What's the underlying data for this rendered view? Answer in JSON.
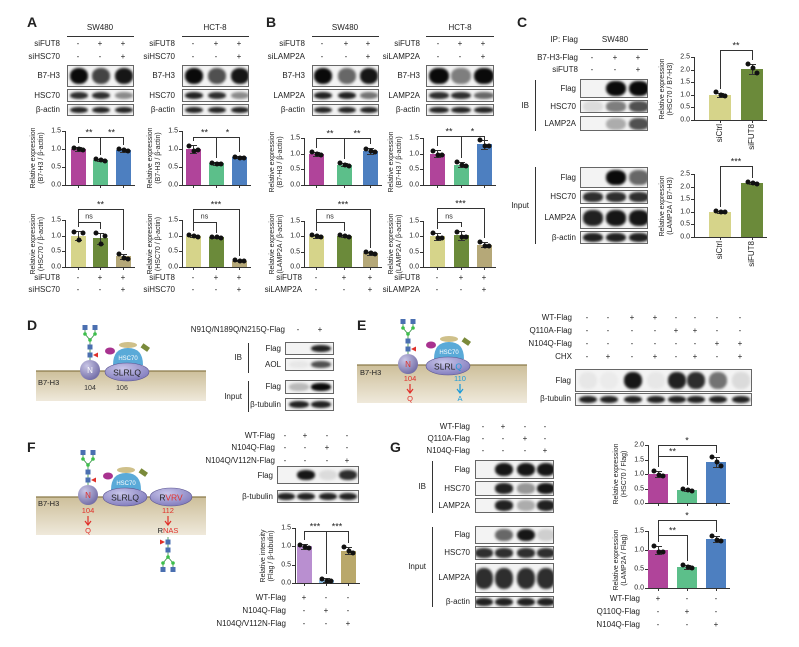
{
  "panel_labels": [
    "A",
    "B",
    "C",
    "D",
    "E",
    "F",
    "G"
  ],
  "A": {
    "cells": [
      "SW480",
      "HCT-8"
    ],
    "rows": [
      "siFUT8",
      "siHSC70"
    ],
    "signs": [
      [
        "-",
        "+",
        "+"
      ],
      [
        "-",
        "-",
        "+"
      ]
    ],
    "blots": [
      "B7-H3",
      "HSC70",
      "β-actin"
    ]
  },
  "B": {
    "cells": [
      "SW480",
      "HCT-8"
    ],
    "rows": [
      "siFUT8",
      "siLAMP2A"
    ],
    "signs": [
      [
        "-",
        "+",
        "+"
      ],
      [
        "-",
        "-",
        "+"
      ]
    ],
    "blots": [
      "B7-H3",
      "LAMP2A",
      "β-actin"
    ]
  },
  "C": {
    "ip": "IP: Flag",
    "cell": "SW480",
    "rows": [
      "B7-H3-Flag",
      "siFUT8"
    ],
    "signs": [
      [
        "-",
        "+",
        "+"
      ],
      [
        "-",
        "-",
        "+"
      ]
    ],
    "ib": "IB",
    "input": "Input",
    "ib_blots": [
      "Flag",
      "HSC70",
      "LAMP2A"
    ],
    "input_blots": [
      "Flag",
      "HSC70",
      "LAMP2A",
      "β-actin"
    ]
  },
  "D": {
    "diagram": {
      "protein": "B7-H3",
      "residue": "N",
      "pos1": "104",
      "pos2": "106",
      "motif": "SLRLQ",
      "chaperone": "HSC70"
    },
    "row": "N91Q/N189Q/N215Q-Flag",
    "signs": [
      "-",
      "+"
    ],
    "ib": "IB",
    "input": "Input",
    "ib_blots": [
      "Flag",
      "AOL"
    ],
    "input_blots": [
      "Flag",
      "β-tubulin"
    ]
  },
  "E": {
    "diagram": {
      "protein": "B7-H3",
      "residue": "N",
      "pos1": "104",
      "mut1": "Q",
      "pos2": "110",
      "mut2": "A",
      "motif_prefix": "SLRL",
      "motif_last": "Q",
      "chaperone": "HSC70"
    },
    "rows": [
      "WT-Flag",
      "Q110A-Flag",
      "N104Q-Flag",
      "CHX"
    ],
    "signs": [
      [
        "-",
        "-",
        "+",
        "+",
        "-",
        "-",
        "-",
        "-"
      ],
      [
        "-",
        "-",
        "-",
        "-",
        "+",
        "+",
        "-",
        "-"
      ],
      [
        "-",
        "-",
        "-",
        "-",
        "-",
        "-",
        "+",
        "+"
      ],
      [
        "-",
        "+",
        "-",
        "+",
        "-",
        "+",
        "-",
        "+"
      ]
    ],
    "blots": [
      "Flag",
      "β-tubulin"
    ]
  },
  "F": {
    "diagram": {
      "protein": "B7-H3",
      "residue": "N",
      "pos1": "104",
      "mut1": "Q",
      "motif": "SLRLQ",
      "chaperone": "HSC70",
      "motif2_first": "R",
      "motif2_rest": "VRV",
      "pos2": "112",
      "mut2_first": "R",
      "mut2_rest": "NAS"
    },
    "rows": [
      "WT-Flag",
      "N104Q-Flag",
      "N104Q/V112N-Flag"
    ],
    "signs": [
      [
        "-",
        "+",
        "-",
        "-"
      ],
      [
        "-",
        "-",
        "+",
        "-"
      ],
      [
        "-",
        "-",
        "-",
        "+"
      ]
    ],
    "blots": [
      "Flag",
      "β-tubulin"
    ]
  },
  "G": {
    "rows": [
      "WT-Flag",
      "Q110A-Flag",
      "N104Q-Flag"
    ],
    "signs": [
      [
        "-",
        "+",
        "-",
        "-"
      ],
      [
        "-",
        "-",
        "+",
        "-"
      ],
      [
        "-",
        "-",
        "-",
        "+"
      ]
    ],
    "ib": "IB",
    "input": "Input",
    "ib_blots": [
      "Flag",
      "HSC70",
      "LAMP2A"
    ],
    "input_blots": [
      "Flag",
      "HSC70",
      "LAMP2A",
      "β-actin"
    ]
  },
  "chart_data": [
    {
      "type": "bar",
      "panel": "A",
      "cell": "SW480",
      "categories": [
        "1",
        "2",
        "3"
      ],
      "values": [
        1.0,
        0.7,
        0.97
      ],
      "sd": [
        0.05,
        0.03,
        0.04
      ],
      "points": [
        [
          1.02,
          1.0,
          0.97
        ],
        [
          0.72,
          0.69,
          0.68
        ],
        [
          0.99,
          0.96,
          0.95
        ]
      ],
      "colors": [
        "#b0449a",
        "#5cbf8a",
        "#4d7fc0"
      ],
      "ylabel": [
        "Relative expression",
        "(B7-H3 / β-actin)"
      ],
      "ylim": [
        0,
        1.5
      ],
      "yticks": [
        "0.0",
        "0.5",
        "1.0",
        "1.5"
      ],
      "significance": [
        {
          "a": 0,
          "b": 1,
          "label": "**"
        },
        {
          "a": 1,
          "b": 2,
          "label": "**"
        }
      ]
    },
    {
      "type": "bar",
      "panel": "A",
      "cell": "SW480",
      "categories": [
        "1",
        "2",
        "3"
      ],
      "values": [
        1.0,
        0.92,
        0.35
      ],
      "sd": [
        0.15,
        0.17,
        0.08
      ],
      "points": [
        [
          1.12,
          0.85,
          1.1
        ],
        [
          1.08,
          0.75,
          1.0
        ],
        [
          0.42,
          0.3,
          0.27
        ]
      ],
      "colors": [
        "#d6d48a",
        "#6b8a3a",
        "#b5a878"
      ],
      "ylabel": [
        "Relatvie expression",
        "(HSC70 / β-actin)"
      ],
      "ylim": [
        0,
        1.5
      ],
      "yticks": [
        "0.0",
        "0.5",
        "1.0",
        "1.5"
      ],
      "significance": [
        {
          "a": 0,
          "b": 1,
          "label": "ns"
        },
        {
          "a": 0,
          "b": 2,
          "label": "**"
        }
      ],
      "xrows": [
        {
          "label": "siFUT8",
          "signs": [
            "-",
            "+",
            "+"
          ]
        },
        {
          "label": "siHSC70",
          "signs": [
            "-",
            "-",
            "+"
          ]
        }
      ]
    },
    {
      "type": "bar",
      "panel": "A",
      "cell": "HCT-8",
      "categories": [
        "1",
        "2",
        "3"
      ],
      "values": [
        1.0,
        0.6,
        0.77
      ],
      "sd": [
        0.12,
        0.05,
        0.03
      ],
      "points": [
        [
          1.08,
          0.95,
          0.98
        ],
        [
          0.62,
          0.57,
          0.58
        ],
        [
          0.79,
          0.76,
          0.75
        ]
      ],
      "colors": [
        "#b0449a",
        "#5cbf8a",
        "#4d7fc0"
      ],
      "ylabel": [
        "Relative expression",
        "(B7-H3 / β-actin)"
      ],
      "ylim": [
        0,
        1.5
      ],
      "yticks": [
        "0.0",
        "0.5",
        "1.0",
        "1.5"
      ],
      "significance": [
        {
          "a": 0,
          "b": 1,
          "label": "**"
        },
        {
          "a": 1,
          "b": 2,
          "label": "*"
        }
      ]
    },
    {
      "type": "bar",
      "panel": "A",
      "cell": "HCT-8",
      "categories": [
        "1",
        "2",
        "3"
      ],
      "values": [
        1.0,
        0.95,
        0.2
      ],
      "sd": [
        0.03,
        0.02,
        0.01
      ],
      "points": [
        [
          1.03,
          0.99,
          0.97
        ],
        [
          0.96,
          0.95,
          0.94
        ],
        [
          0.21,
          0.2,
          0.2
        ]
      ],
      "colors": [
        "#d6d48a",
        "#6b8a3a",
        "#b5a878"
      ],
      "ylabel": [
        "Relatvie expression",
        "(HSC70 / β-actin)"
      ],
      "ylim": [
        0,
        1.5
      ],
      "yticks": [
        "0.0",
        "0.5",
        "1.0",
        "1.5"
      ],
      "significance": [
        {
          "a": 0,
          "b": 1,
          "label": "ns"
        },
        {
          "a": 0,
          "b": 2,
          "label": "***"
        }
      ],
      "xrows": [
        {
          "label": "siFUT8",
          "signs": [
            "-",
            "+",
            "+"
          ]
        },
        {
          "label": "siHSC70",
          "signs": [
            "-",
            "-",
            "+"
          ]
        }
      ]
    },
    {
      "type": "bar",
      "panel": "B",
      "cell": "SW480",
      "categories": [
        "1",
        "2",
        "3"
      ],
      "values": [
        1.0,
        0.65,
        1.08
      ],
      "sd": [
        0.06,
        0.05,
        0.1
      ],
      "points": [
        [
          1.04,
          0.99,
          0.96
        ],
        [
          0.7,
          0.65,
          0.62
        ],
        [
          1.15,
          1.1,
          1.05
        ]
      ],
      "colors": [
        "#b0449a",
        "#5cbf8a",
        "#4d7fc0"
      ],
      "ylabel": [
        "Relative expression",
        "(B7-H3 / β-actin)"
      ],
      "ylim": [
        0,
        1.5
      ],
      "yticks": [
        "0.0",
        "0.5",
        "1.0",
        "1.5"
      ],
      "significance": [
        {
          "a": 0,
          "b": 1,
          "label": "**"
        },
        {
          "a": 1,
          "b": 2,
          "label": "**"
        }
      ]
    },
    {
      "type": "bar",
      "panel": "B",
      "cell": "SW480",
      "categories": [
        "1",
        "2",
        "3"
      ],
      "values": [
        1.0,
        1.0,
        0.45
      ],
      "sd": [
        0.04,
        0.03,
        0.05
      ],
      "points": [
        [
          1.04,
          1.0,
          0.97
        ],
        [
          1.04,
          1.0,
          0.98
        ],
        [
          0.48,
          0.45,
          0.43
        ]
      ],
      "colors": [
        "#d6d48a",
        "#6b8a3a",
        "#b5a878"
      ],
      "ylabel": [
        "Relatvie expression",
        "(LAMP2A / β-actin)"
      ],
      "ylim": [
        0,
        1.5
      ],
      "yticks": [
        "0.0",
        "0.5",
        "1.0",
        "1.5"
      ],
      "significance": [
        {
          "a": 0,
          "b": 1,
          "label": "ns"
        },
        {
          "a": 0,
          "b": 2,
          "label": "***"
        }
      ],
      "xrows": [
        {
          "label": "siFUT8",
          "signs": [
            "-",
            "+",
            "+"
          ]
        },
        {
          "label": "siLAMP2A",
          "signs": [
            "-",
            "-",
            "+"
          ]
        }
      ]
    },
    {
      "type": "bar",
      "panel": "B",
      "cell": "HCT-8",
      "categories": [
        "1",
        "2",
        "3"
      ],
      "values": [
        1.0,
        0.65,
        1.3
      ],
      "sd": [
        0.12,
        0.08,
        0.15
      ],
      "points": [
        [
          1.1,
          0.97,
          0.95
        ],
        [
          0.72,
          0.63,
          0.62
        ],
        [
          1.45,
          1.25,
          1.25
        ]
      ],
      "colors": [
        "#b0449a",
        "#5cbf8a",
        "#4d7fc0"
      ],
      "ylabel": [
        "Relative expression",
        "(B7-H3 / β-actin)"
      ],
      "ylim": [
        0,
        1.5
      ],
      "yticks": [
        "0.0",
        "0.5",
        "1.0",
        "1.5"
      ],
      "significance": [
        {
          "a": 0,
          "b": 1,
          "label": "**"
        },
        {
          "a": 1,
          "b": 2,
          "label": "*"
        }
      ]
    },
    {
      "type": "bar",
      "panel": "B",
      "cell": "HCT-8",
      "categories": [
        "1",
        "2",
        "3"
      ],
      "values": [
        1.0,
        1.03,
        0.72
      ],
      "sd": [
        0.12,
        0.14,
        0.08
      ],
      "points": [
        [
          1.12,
          0.95,
          0.95
        ],
        [
          1.15,
          0.98,
          0.97
        ],
        [
          0.8,
          0.7,
          0.68
        ]
      ],
      "colors": [
        "#d6d48a",
        "#6b8a3a",
        "#b5a878"
      ],
      "ylabel": [
        "Relative expression",
        "(LAMP2A / β-actin)"
      ],
      "ylim": [
        0,
        1.5
      ],
      "yticks": [
        "0.0",
        "0.5",
        "1.0",
        "1.5"
      ],
      "significance": [
        {
          "a": 0,
          "b": 1,
          "label": "ns"
        },
        {
          "a": 0,
          "b": 2,
          "label": "***"
        }
      ],
      "xrows": [
        {
          "label": "siFUT8",
          "signs": [
            "-",
            "+",
            "+"
          ]
        },
        {
          "label": "siLAMP2A",
          "signs": [
            "-",
            "-",
            "+"
          ]
        }
      ]
    },
    {
      "type": "bar",
      "panel": "C",
      "categories": [
        "siCtrl",
        "siFUT8"
      ],
      "values": [
        1.0,
        2.03
      ],
      "sd": [
        0.08,
        0.2
      ],
      "points": [
        [
          1.1,
          1.0,
          0.95
        ],
        [
          2.22,
          2.05,
          1.85
        ]
      ],
      "colors": [
        "#d6d48a",
        "#6b8a3a"
      ],
      "ylabel": [
        "Relative expression",
        "(HSC70 / B7-H3)"
      ],
      "ylim": [
        0,
        2.5
      ],
      "yticks": [
        "0.0",
        "0.5",
        "1.0",
        "1.5",
        "2.0",
        "2.5"
      ],
      "significance": [
        {
          "a": 0,
          "b": 1,
          "label": "**"
        }
      ]
    },
    {
      "type": "bar",
      "panel": "C",
      "categories": [
        "siCtrl",
        "siFUT8"
      ],
      "values": [
        1.0,
        2.15
      ],
      "sd": [
        0.03,
        0.05
      ],
      "points": [
        [
          1.02,
          1.0,
          0.98
        ],
        [
          2.2,
          2.15,
          2.12
        ]
      ],
      "colors": [
        "#d6d48a",
        "#6b8a3a"
      ],
      "ylabel": [
        "Relative expression",
        "(LAMP2A / B7-H3)"
      ],
      "ylim": [
        0,
        2.5
      ],
      "yticks": [
        "0.0",
        "0.5",
        "1.0",
        "1.5",
        "2.0",
        "2.5"
      ],
      "significance": [
        {
          "a": 0,
          "b": 1,
          "label": "***"
        }
      ]
    },
    {
      "type": "bar",
      "panel": "F",
      "categories": [
        "1",
        "2",
        "3"
      ],
      "values": [
        1.0,
        0.08,
        0.88
      ],
      "sd": [
        0.07,
        0.05,
        0.1
      ],
      "points": [
        [
          1.05,
          0.98,
          0.95
        ],
        [
          0.12,
          0.06,
          0.05
        ],
        [
          0.98,
          0.88,
          0.82
        ]
      ],
      "colors": [
        "#b98fd0",
        "#8ec2ea",
        "#b9a86b"
      ],
      "ylabel": [
        "Relative intensity",
        "(Flag / β-tubulin)"
      ],
      "ylim": [
        0,
        1.5
      ],
      "yticks": [
        "0.0",
        "0.5",
        "1.0",
        "1.5"
      ],
      "significance": [
        {
          "a": 0,
          "b": 1,
          "label": "***"
        },
        {
          "a": 1,
          "b": 2,
          "label": "***"
        }
      ],
      "xrows": [
        {
          "label": "WT-Flag",
          "signs": [
            "+",
            "-",
            "-"
          ]
        },
        {
          "label": "N104Q-Flag",
          "signs": [
            "-",
            "+",
            "-"
          ]
        },
        {
          "label": "N104Q/V112N-Flag",
          "signs": [
            "-",
            "-",
            "+"
          ]
        }
      ]
    },
    {
      "type": "bar",
      "panel": "G",
      "categories": [
        "1",
        "2",
        "3"
      ],
      "values": [
        1.0,
        0.45,
        1.42
      ],
      "sd": [
        0.12,
        0.05,
        0.18
      ],
      "points": [
        [
          1.12,
          0.95,
          0.92
        ],
        [
          0.5,
          0.44,
          0.42
        ],
        [
          1.6,
          1.4,
          1.28
        ]
      ],
      "colors": [
        "#b0449a",
        "#5cbf8a",
        "#4d7fc0"
      ],
      "ylabel": [
        "Relative expression",
        "(HSC70 / Flag)"
      ],
      "ylim": [
        0,
        2.0
      ],
      "yticks": [
        "0.0",
        "0.5",
        "1.0",
        "1.5",
        "2.0"
      ],
      "significance": [
        {
          "a": 0,
          "b": 1,
          "label": "**"
        },
        {
          "a": 0,
          "b": 2,
          "label": "*"
        }
      ]
    },
    {
      "type": "bar",
      "panel": "G",
      "categories": [
        "1",
        "2",
        "3"
      ],
      "values": [
        1.0,
        0.55,
        1.28
      ],
      "sd": [
        0.1,
        0.05,
        0.08
      ],
      "points": [
        [
          1.1,
          0.96,
          0.95
        ],
        [
          0.6,
          0.55,
          0.53
        ],
        [
          1.38,
          1.27,
          1.25
        ]
      ],
      "colors": [
        "#b0449a",
        "#5cbf8a",
        "#4d7fc0"
      ],
      "ylabel": [
        "Relative expression",
        "(LAMP2A / Flag)"
      ],
      "ylim": [
        0,
        1.5
      ],
      "yticks": [
        "0.0",
        "0.5",
        "1.0",
        "1.5"
      ],
      "significance": [
        {
          "a": 0,
          "b": 1,
          "label": "**"
        },
        {
          "a": 0,
          "b": 2,
          "label": "*"
        }
      ],
      "xrows": [
        {
          "label": "WT-Flag",
          "signs": [
            "+",
            "-",
            "-"
          ]
        },
        {
          "label": "Q110Q-Flag",
          "signs": [
            "-",
            "+",
            "-"
          ]
        },
        {
          "label": "N104Q-Flag",
          "signs": [
            "-",
            "-",
            "+"
          ]
        }
      ]
    }
  ]
}
